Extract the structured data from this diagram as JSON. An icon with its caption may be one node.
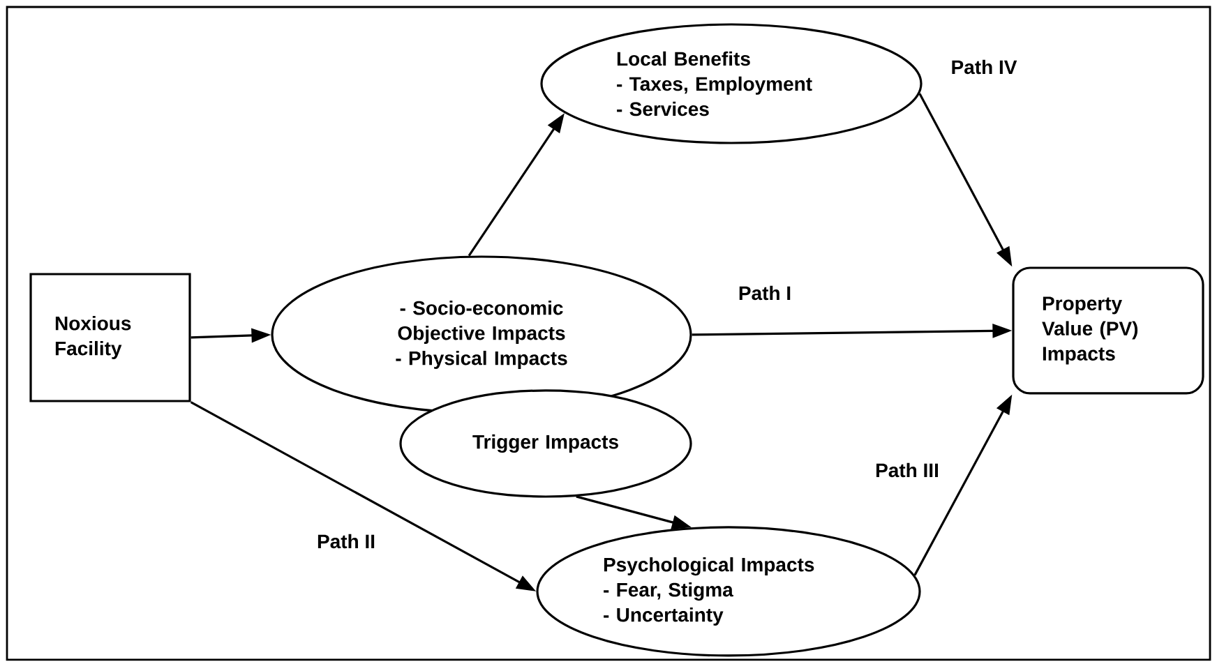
{
  "diagram": {
    "nodes": [
      {
        "text": [
          "Noxious Facility"
        ]
      },
      {
        "text": [
          "- Socio-economic",
          "Objective Impacts",
          "- Physical Impacts"
        ]
      },
      {
        "text": [
          "Local Benefits",
          "- Taxes, Employment",
          "- Services"
        ]
      },
      {
        "text": [
          "Trigger Impacts"
        ]
      },
      {
        "text": [
          "Psychological Impacts",
          "- Fear, Stigma",
          "- Uncertainty"
        ]
      },
      {
        "text": [
          "Property Value (PV) Impacts"
        ]
      }
    ],
    "edges": [
      {
        "from": 0,
        "to": 1,
        "arrow": "to"
      },
      {
        "from": 1,
        "to": 2,
        "arrow": "to"
      },
      {
        "from": 1,
        "to": 5,
        "arrow": "to",
        "label": "Path I"
      },
      {
        "from": 2,
        "to": 5,
        "arrow": "to",
        "label": "Path IV"
      },
      {
        "from": 0,
        "to": 4,
        "arrow": "to",
        "label": "Path II"
      },
      {
        "from": 3,
        "to": 4,
        "arrow": "to"
      },
      {
        "from": 4,
        "to": 5,
        "arrow": "to",
        "label": "Path III"
      }
    ]
  }
}
